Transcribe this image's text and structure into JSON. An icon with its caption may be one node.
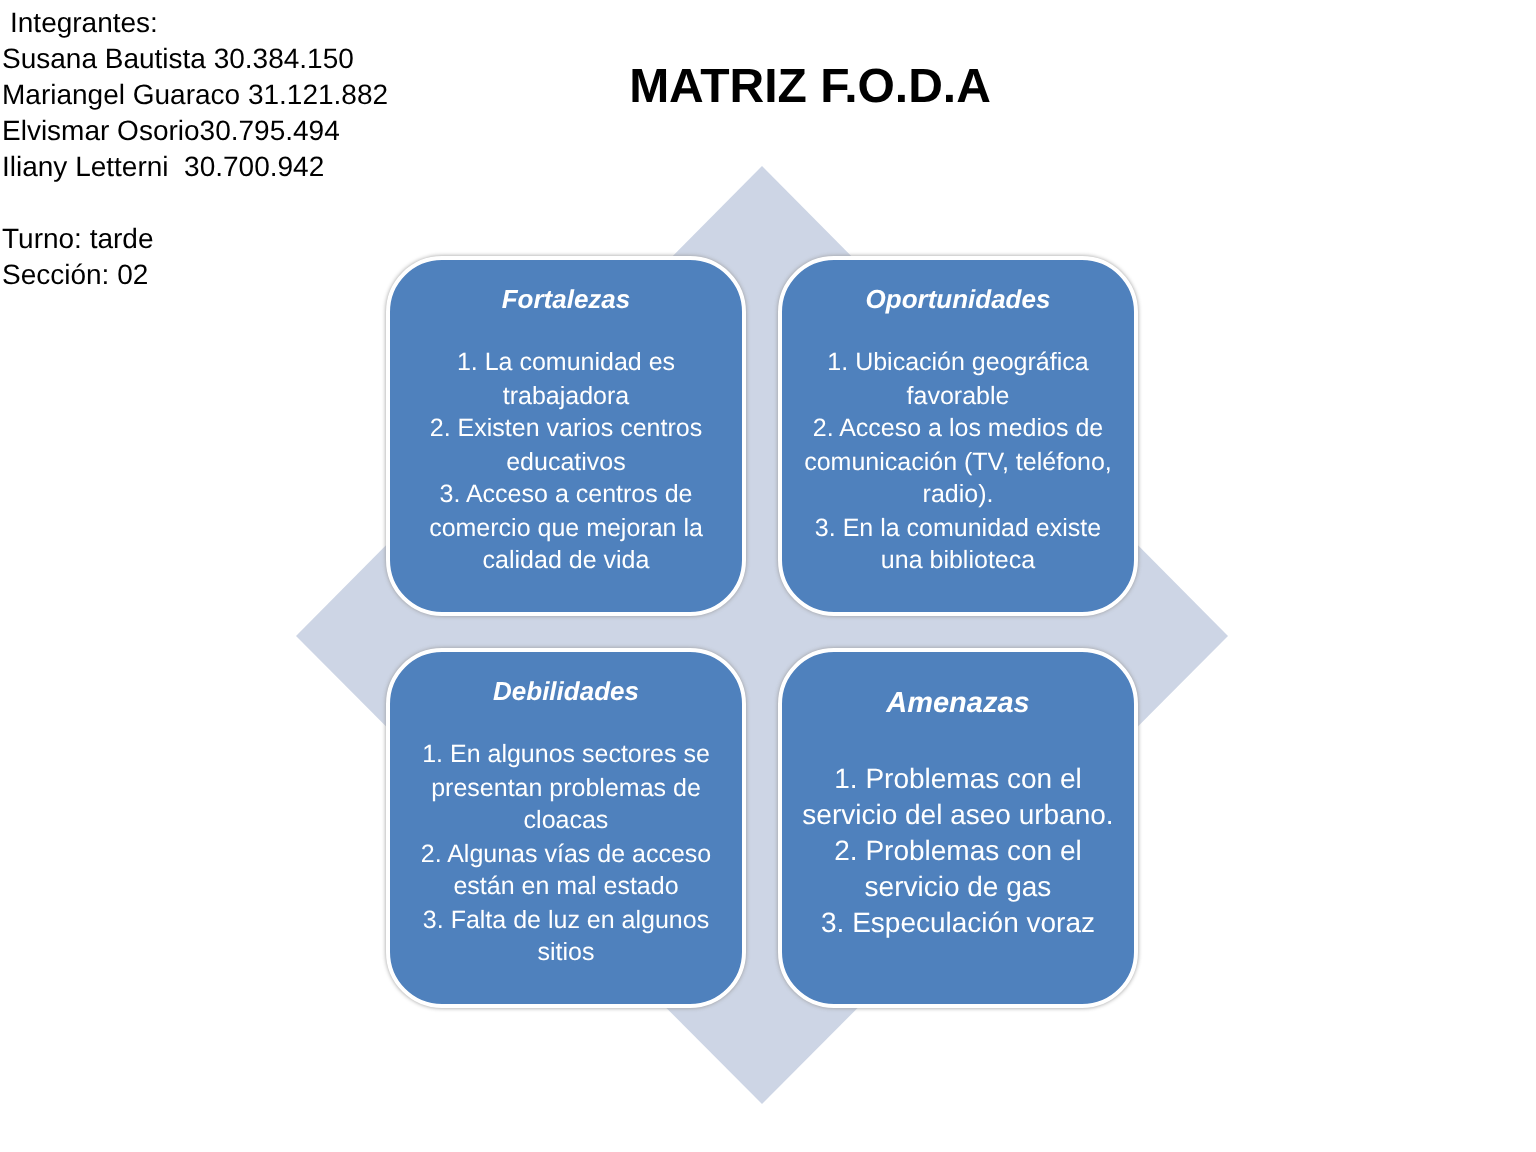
{
  "diagram": {
    "title": "MATRIZ F.O.D.A",
    "nodes": [
      {
        "text": [
          "Fortalezas",
          "1. La comunidad es trabajadora",
          "2. Existen varios centros educativos",
          "3. Acceso a centros de comercio que mejoran la calidad de vida"
        ]
      },
      {
        "text": [
          "Oportunidades",
          "1. Ubicación geográfica favorable",
          "2.  Acceso a los medios de comunicación (TV, teléfono, radio).",
          "3.  En la comunidad existe una biblioteca"
        ]
      },
      {
        "text": [
          "Debilidades",
          "1. En algunos sectores se presentan problemas de cloacas",
          "2. Algunas vías de acceso están en mal estado",
          "3.  Falta de luz en algunos sitios"
        ]
      },
      {
        "text": [
          "Amenazas",
          "1. Problemas con el servicio del aseo urbano.",
          "2.   Problemas con el servicio de gas",
          "3. Especulación voraz"
        ]
      }
    ],
    "edges": [],
    "labels": [
      "Integrantes:",
      "Susana Bautista 30.384.150",
      "Mariangel Guaraco 31.121.882",
      "Elvismar Osorio30.795.494",
      "Iliany Letterni  30.700.942",
      "Turno: tarde",
      "Sección: 02"
    ]
  }
}
